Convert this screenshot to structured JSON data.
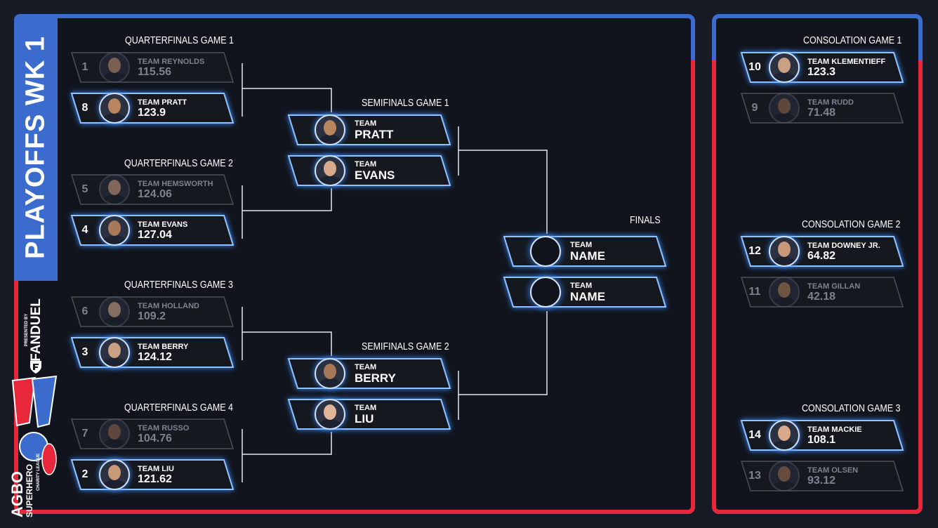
{
  "banner": {
    "title": "PLAYOFFS WK 1",
    "presented_by": "PRESENTED BY",
    "sponsor": "FANDUEL"
  },
  "logo": {
    "line1": "AGBO",
    "line2": "SUPERHERO",
    "line3": "CHARITY LEAGUE"
  },
  "colors": {
    "blue": "#3a6bcd",
    "red": "#e8283a",
    "glow": "#3d8cff"
  },
  "quarterfinals": [
    {
      "title": "QUARTERFINALS GAME 1",
      "teams": [
        {
          "seed": "1",
          "name": "TEAM REYNOLDS",
          "score": "115.56",
          "winner": false
        },
        {
          "seed": "8",
          "name": "TEAM PRATT",
          "score": "123.9",
          "winner": true
        }
      ]
    },
    {
      "title": "QUARTERFINALS GAME 2",
      "teams": [
        {
          "seed": "5",
          "name": "TEAM HEMSWORTH",
          "score": "124.06",
          "winner": false
        },
        {
          "seed": "4",
          "name": "TEAM EVANS",
          "score": "127.04",
          "winner": true
        }
      ]
    },
    {
      "title": "QUARTERFINALS GAME 3",
      "teams": [
        {
          "seed": "6",
          "name": "TEAM HOLLAND",
          "score": "109.2",
          "winner": false
        },
        {
          "seed": "3",
          "name": "TEAM BERRY",
          "score": "124.12",
          "winner": true
        }
      ]
    },
    {
      "title": "QUARTERFINALS GAME 4",
      "teams": [
        {
          "seed": "7",
          "name": "TEAM RUSSO",
          "score": "104.76",
          "winner": false
        },
        {
          "seed": "2",
          "name": "TEAM LIU",
          "score": "121.62",
          "winner": true
        }
      ]
    }
  ],
  "semifinals": [
    {
      "title": "SEMIFINALS GAME 1",
      "teams": [
        {
          "label": "TEAM",
          "name": "PRATT"
        },
        {
          "label": "TEAM",
          "name": "EVANS"
        }
      ]
    },
    {
      "title": "SEMIFINALS GAME 2",
      "teams": [
        {
          "label": "TEAM",
          "name": "BERRY"
        },
        {
          "label": "TEAM",
          "name": "LIU"
        }
      ]
    }
  ],
  "finals": {
    "title": "FINALS",
    "teams": [
      {
        "label": "TEAM",
        "name": "NAME"
      },
      {
        "label": "TEAM",
        "name": "NAME"
      }
    ]
  },
  "consolation": [
    {
      "title": "CONSOLATION GAME 1",
      "teams": [
        {
          "seed": "10",
          "name": "TEAM KLEMENTIEFF",
          "score": "123.3",
          "winner": true
        },
        {
          "seed": "9",
          "name": "TEAM RUDD",
          "score": "71.48",
          "winner": false
        }
      ]
    },
    {
      "title": "CONSOLATION GAME 2",
      "teams": [
        {
          "seed": "12",
          "name": "TEAM DOWNEY JR.",
          "score": "64.82",
          "winner": true
        },
        {
          "seed": "11",
          "name": "TEAM GILLAN",
          "score": "42.18",
          "winner": false
        }
      ]
    },
    {
      "title": "CONSOLATION GAME 3",
      "teams": [
        {
          "seed": "14",
          "name": "TEAM MACKIE",
          "score": "108.1",
          "winner": true
        },
        {
          "seed": "13",
          "name": "TEAM OLSEN",
          "score": "93.12",
          "winner": false
        }
      ]
    }
  ]
}
